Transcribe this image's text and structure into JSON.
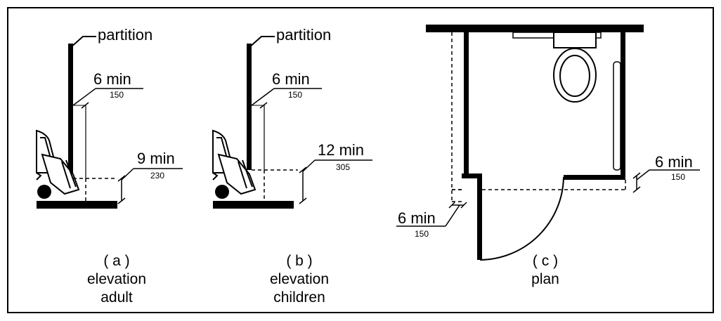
{
  "figure": {
    "panel_a": {
      "leader_label": "partition",
      "dim_upper": {
        "value": "6 min",
        "metric": "150"
      },
      "dim_lower": {
        "value": "9 min",
        "metric": "230"
      },
      "caption": {
        "letter": "( a )",
        "line1": "elevation",
        "line2": "adult"
      }
    },
    "panel_b": {
      "leader_label": "partition",
      "dim_upper": {
        "value": "6 min",
        "metric": "150"
      },
      "dim_lower": {
        "value": "12 min",
        "metric": "305"
      },
      "caption": {
        "letter": "( b )",
        "line1": "elevation",
        "line2": "children"
      }
    },
    "panel_c": {
      "dim_right": {
        "value": "6 min",
        "metric": "150"
      },
      "dim_left": {
        "value": "6 min",
        "metric": "150"
      },
      "caption": {
        "letter": "( c )",
        "line1": "plan"
      }
    }
  }
}
